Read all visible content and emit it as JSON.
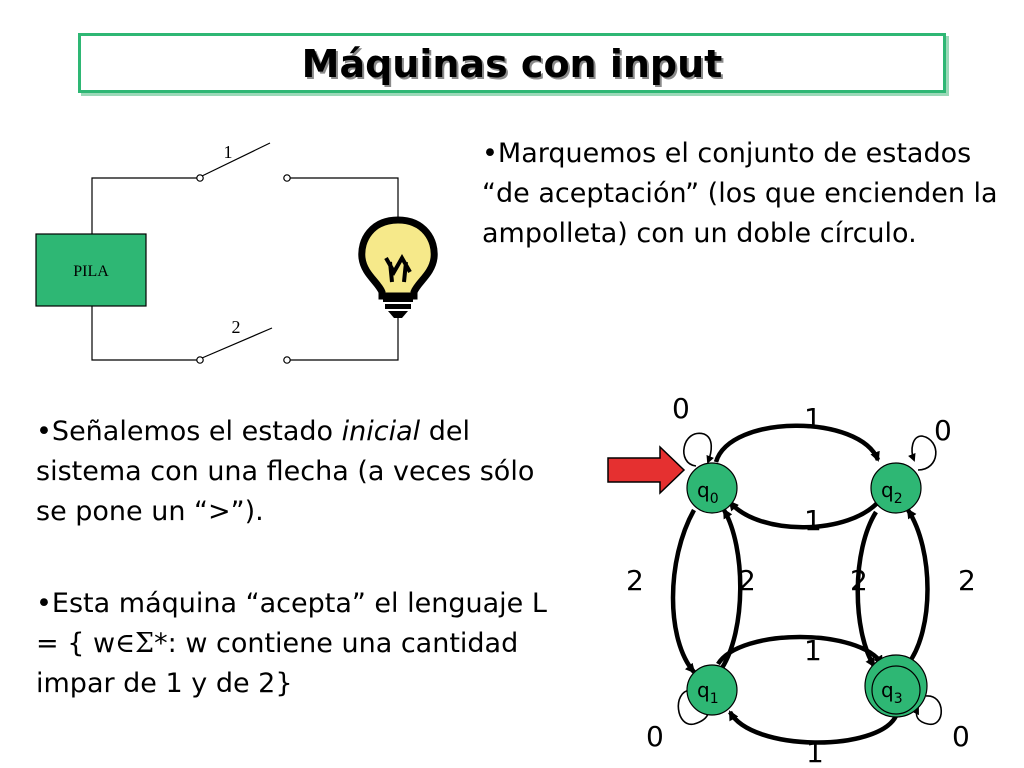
{
  "title": "Máquinas con input",
  "circuit": {
    "battery_label": "PILA",
    "switch_top_label": "1",
    "switch_bottom_label": "2"
  },
  "paragraphs": {
    "p1": "•Marquemos el conjunto de estados “de aceptación” (los que encienden la ampolleta) con un doble círculo.",
    "p2_a": "•Señalemos el estado ",
    "p2_italic": "inicial",
    "p2_b": " del sistema con una flecha (a veces sólo se pone un “>”).",
    "p3_a": "•Esta máquina “acepta” el lenguaje L = { w",
    "p3_sym": "∈Σ",
    "p3_b": "*: w contiene una cantidad impar de 1 y de 2}"
  },
  "diagram": {
    "states": [
      "q0",
      "q2",
      "q1",
      "q3"
    ],
    "state_base": "q",
    "state_subs": [
      "0",
      "2",
      "1",
      "3"
    ],
    "labels": {
      "loop_q0": "0",
      "loop_q2": "0",
      "loop_q1": "0",
      "loop_q3": "0",
      "q0_q2_top": "1",
      "q2_q0_inner": "1",
      "q1_q3_inner": "1",
      "q3_q1_bottom": "1",
      "left_outer": "2",
      "left_inner": "2",
      "right_inner": "2",
      "right_outer": "2"
    },
    "colors": {
      "state_fill": "#2eb774",
      "start_arrow": "#e53030",
      "title_border": "#2eb774"
    }
  }
}
